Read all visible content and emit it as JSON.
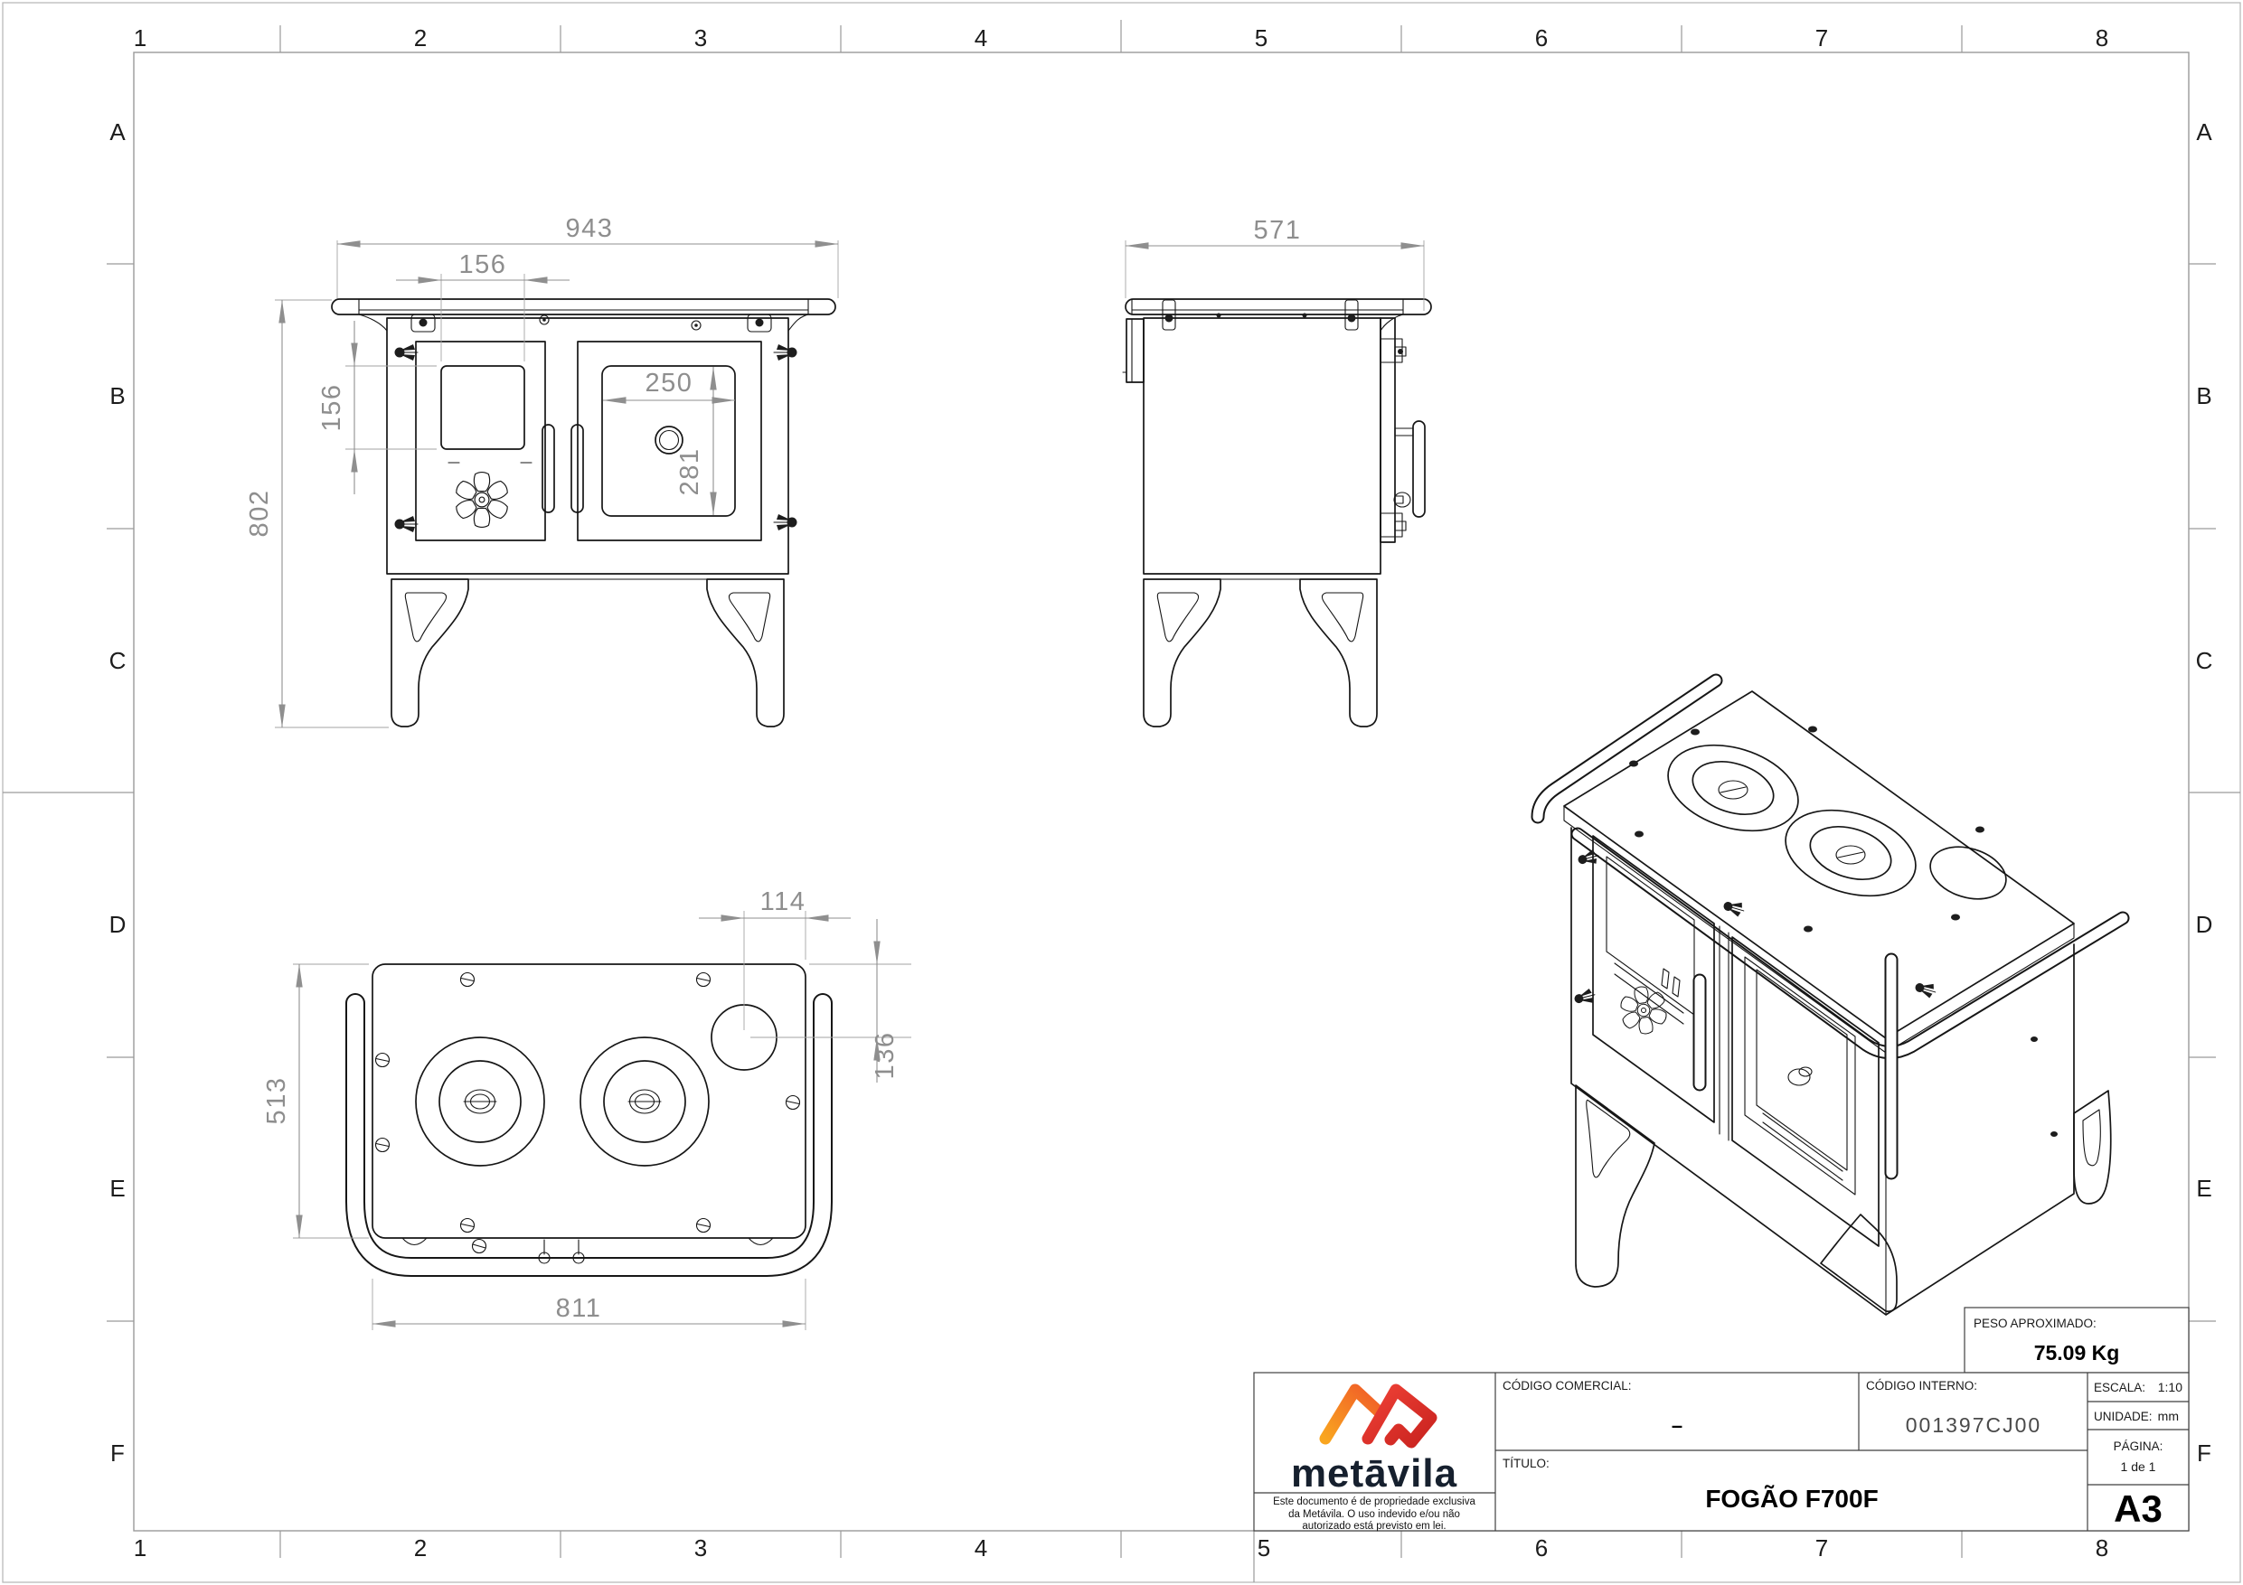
{
  "sheet": {
    "format": "A3",
    "columns": [
      "1",
      "2",
      "3",
      "4",
      "5",
      "6",
      "7",
      "8"
    ],
    "rows": [
      "A",
      "B",
      "C",
      "D",
      "E",
      "F"
    ]
  },
  "views": {
    "front": {
      "dims": {
        "overall_width": "943",
        "overall_height": "802",
        "firebox_window_width": "156",
        "firebox_window_height": "156",
        "oven_window_width": "250",
        "oven_window_height": "281"
      }
    },
    "side": {
      "dims": {
        "overall_depth": "571"
      }
    },
    "top": {
      "dims": {
        "body_width": "811",
        "body_depth": "513",
        "flue_offset_from_edge": "114",
        "flue_offset_from_back": "136"
      }
    }
  },
  "title_block": {
    "peso_label": "PESO APROXIMADO:",
    "peso_value": "75.09 Kg",
    "codigo_comercial_label": "CÓDIGO COMERCIAL:",
    "codigo_comercial_value": "–",
    "codigo_interno_label": "CÓDIGO INTERNO:",
    "codigo_interno_value": "001397CJ00",
    "titulo_label": "TÍTULO:",
    "titulo_value": "FOGÃO F700F",
    "escala_label": "ESCALA:",
    "escala_value": "1:10",
    "unidade_label": "UNIDADE:",
    "unidade_value": "mm",
    "pagina_label": "PÁGINA:",
    "pagina_value": "1 de 1",
    "formato": "A3",
    "logo_text": "metāvila",
    "disclaimer_line1": "Este documento é de propriedade exclusiva",
    "disclaimer_line2": "da Metávila. O uso indevido e/ou não",
    "disclaimer_line3": "autorizado está previsto em lei."
  },
  "colors": {
    "line": "#161616",
    "dimension": "#8e8e8e",
    "frame": "#9a9a9a",
    "logo_navy": "#16202e",
    "logo_orange": "#f6921e",
    "logo_red": "#e23327"
  }
}
